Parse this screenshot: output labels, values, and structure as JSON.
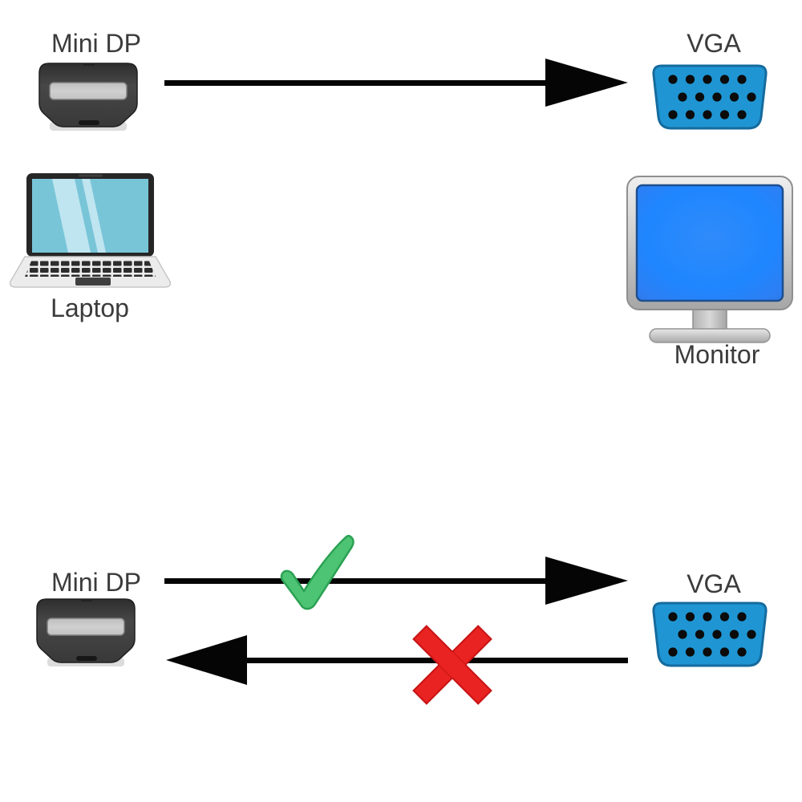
{
  "diagram": {
    "background": "#ffffff",
    "top": {
      "description": "Mini DP to VGA adapter connects a laptop to a monitor",
      "adapter_from": {
        "label": "Mini DP",
        "icon": "mini-dp-connector"
      },
      "adapter_to": {
        "label": "VGA",
        "icon": "vga-connector"
      },
      "arrow": {
        "direction": "left-to-right"
      },
      "source_device": {
        "label": "Laptop",
        "icon": "laptop"
      },
      "target_device": {
        "label": "Monitor",
        "icon": "monitor"
      }
    },
    "bottom": {
      "description": "Signal direction: Mini DP to VGA works, VGA to Mini DP does not",
      "adapter_from": {
        "label": "Mini DP",
        "icon": "mini-dp-connector"
      },
      "adapter_to": {
        "label": "VGA",
        "icon": "vga-connector"
      },
      "forward_path": {
        "direction": "left-to-right",
        "status": "supported",
        "mark": "check"
      },
      "reverse_path": {
        "direction": "right-to-left",
        "status": "not-supported",
        "mark": "cross"
      }
    },
    "colors": {
      "label_text": "#3b3b3b",
      "arrow": "#050505",
      "vga_connector_blue": "#1f96d3",
      "vga_connector_border": "#156b9e",
      "mini_dp_body": "#3f3f3f",
      "mini_dp_slot": "#c9c9c9",
      "laptop_screen_teal": "#79c5d8",
      "laptop_deck_gray": "#ececec",
      "monitor_screen_blue": "#2386ff",
      "monitor_frame_silver": "#c9c9c9",
      "check_green": "#4dc473",
      "cross_red": "#e92222"
    }
  }
}
